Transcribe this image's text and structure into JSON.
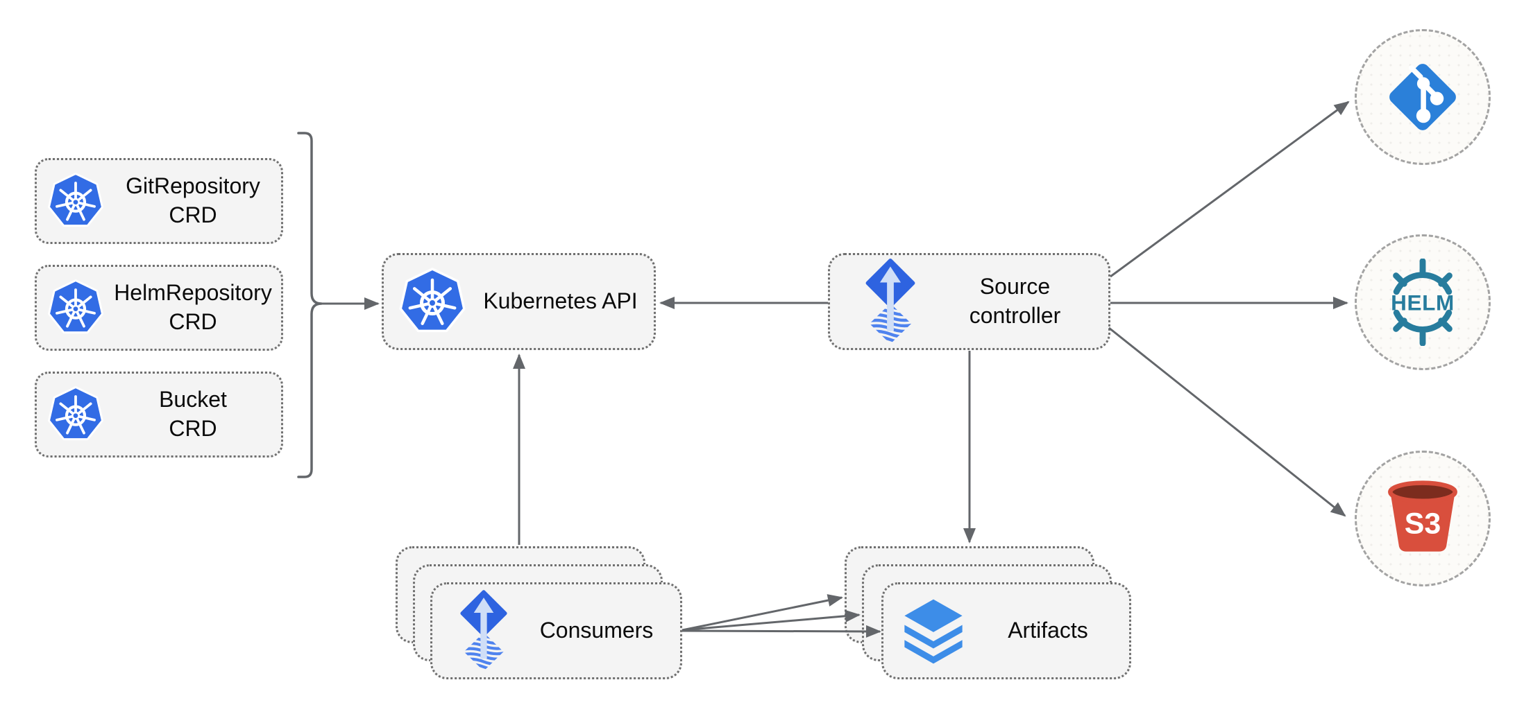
{
  "colors": {
    "background": "#ffffff",
    "node_fill": "#f4f4f4",
    "node_border": "#6f6f6f",
    "circle_fill": "#fcfbf8",
    "circle_border": "#a3a3a3",
    "arrow": "#63666a",
    "label_text": "#0b0b0b",
    "kubernetes_blue": "#326ce5",
    "flux_blue": "#2e63e0",
    "flux_wave_blue": "#4f83ee",
    "flux_arrow_light": "#cfdef7",
    "git_blue": "#2b80d9",
    "helm_teal": "#277c9d",
    "s3_red": "#d94f3d",
    "s3_dark_red": "#7c2c1e",
    "artifact_blue": "#3d8de8"
  },
  "nodes": {
    "git_repository_crd": {
      "label": "GitRepository\nCRD",
      "icon": "kubernetes-icon"
    },
    "helm_repository_crd": {
      "label": "HelmRepository\nCRD",
      "icon": "kubernetes-icon"
    },
    "bucket_crd": {
      "label": "Bucket\nCRD",
      "icon": "kubernetes-icon"
    },
    "kubernetes_api": {
      "label": "Kubernetes API",
      "icon": "kubernetes-icon"
    },
    "source_controller": {
      "label": "Source\ncontroller",
      "icon": "flux-icon"
    },
    "consumers": {
      "label": "Consumers",
      "icon": "flux-icon"
    },
    "artifacts": {
      "label": "Artifacts",
      "icon": "layers-icon"
    },
    "git": {
      "icon": "git-icon"
    },
    "helm": {
      "icon": "helm-icon",
      "text": "HELM"
    },
    "s3": {
      "icon": "s3-icon",
      "text": "S3"
    }
  },
  "edges": [
    {
      "from": "crd-group-bracket",
      "to": "kubernetes-api"
    },
    {
      "from": "source-controller",
      "to": "kubernetes-api"
    },
    {
      "from": "consumers",
      "to": "kubernetes-api"
    },
    {
      "from": "source-controller",
      "to": "artifacts"
    },
    {
      "from": "source-controller",
      "to": "git"
    },
    {
      "from": "source-controller",
      "to": "helm"
    },
    {
      "from": "source-controller",
      "to": "s3"
    },
    {
      "from": "consumers",
      "to": "artifacts-back"
    },
    {
      "from": "consumers",
      "to": "artifacts-middle"
    },
    {
      "from": "consumers",
      "to": "artifacts-front"
    }
  ]
}
